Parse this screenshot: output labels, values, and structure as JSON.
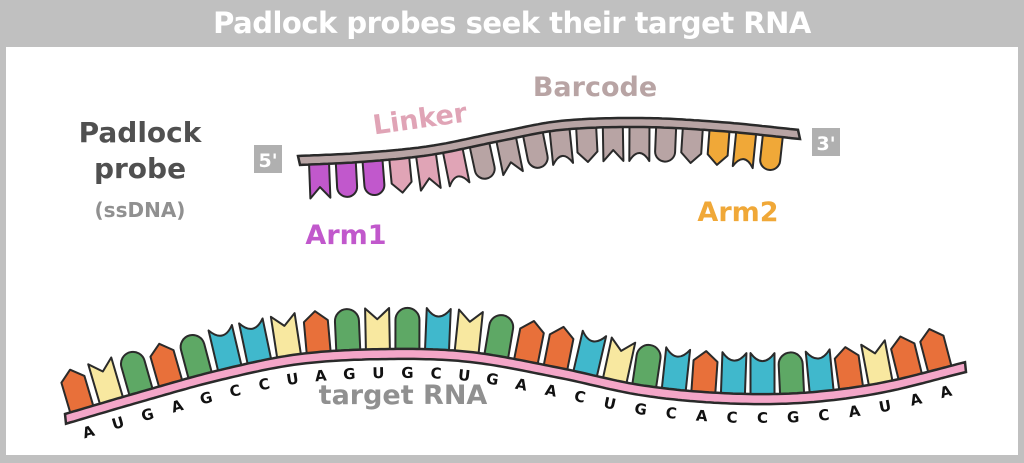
{
  "title": "Padlock probes seek their target RNA",
  "probe": {
    "label_line1": "Padlock",
    "label_line2": "probe",
    "label_type": "(ssDNA)",
    "end_5": "5'",
    "end_3": "3'",
    "segments": {
      "arm1": {
        "label": "Arm1",
        "color": "#c158cc"
      },
      "linker": {
        "label": "Linker",
        "color": "#e0a4b6"
      },
      "barcode": {
        "label": "Barcode",
        "color": "#b8a4a4"
      },
      "arm2": {
        "label": "Arm2",
        "color": "#f0a838"
      }
    },
    "teeth": [
      {
        "segment": "arm1",
        "shape": "notch"
      },
      {
        "segment": "arm1",
        "shape": "round"
      },
      {
        "segment": "arm1",
        "shape": "round"
      },
      {
        "segment": "linker",
        "shape": "point"
      },
      {
        "segment": "linker",
        "shape": "notch"
      },
      {
        "segment": "linker",
        "shape": "concave"
      },
      {
        "segment": "barcode",
        "shape": "round"
      },
      {
        "segment": "barcode",
        "shape": "notch"
      },
      {
        "segment": "barcode",
        "shape": "round"
      },
      {
        "segment": "barcode",
        "shape": "concave"
      },
      {
        "segment": "barcode",
        "shape": "point"
      },
      {
        "segment": "barcode",
        "shape": "notch"
      },
      {
        "segment": "barcode",
        "shape": "concave"
      },
      {
        "segment": "barcode",
        "shape": "round"
      },
      {
        "segment": "barcode",
        "shape": "point"
      },
      {
        "segment": "arm2",
        "shape": "point"
      },
      {
        "segment": "arm2",
        "shape": "concave"
      },
      {
        "segment": "arm2",
        "shape": "round"
      }
    ],
    "backbone_color": "#b8a4a4"
  },
  "target": {
    "label": "target RNA",
    "sequence": [
      "A",
      "U",
      "G",
      "A",
      "G",
      "C",
      "C",
      "U",
      "A",
      "G",
      "U",
      "G",
      "C",
      "U",
      "G",
      "A",
      "A",
      "C",
      "U",
      "G",
      "C",
      "A",
      "C",
      "C",
      "G",
      "C",
      "A",
      "U",
      "A",
      "A"
    ],
    "backbone_color": "#f4a6c8",
    "base_colors": {
      "A": "#e8703a",
      "U": "#f8e8a0",
      "G": "#5ea865",
      "C": "#40b8cc"
    },
    "base_shapes": {
      "A": "point",
      "U": "notch",
      "G": "round",
      "C": "concave"
    }
  },
  "colors": {
    "title_bg": "#c0c0c0",
    "label_dark": "#505050",
    "label_gray": "#909090",
    "end_badge": "#b0b0b0"
  }
}
